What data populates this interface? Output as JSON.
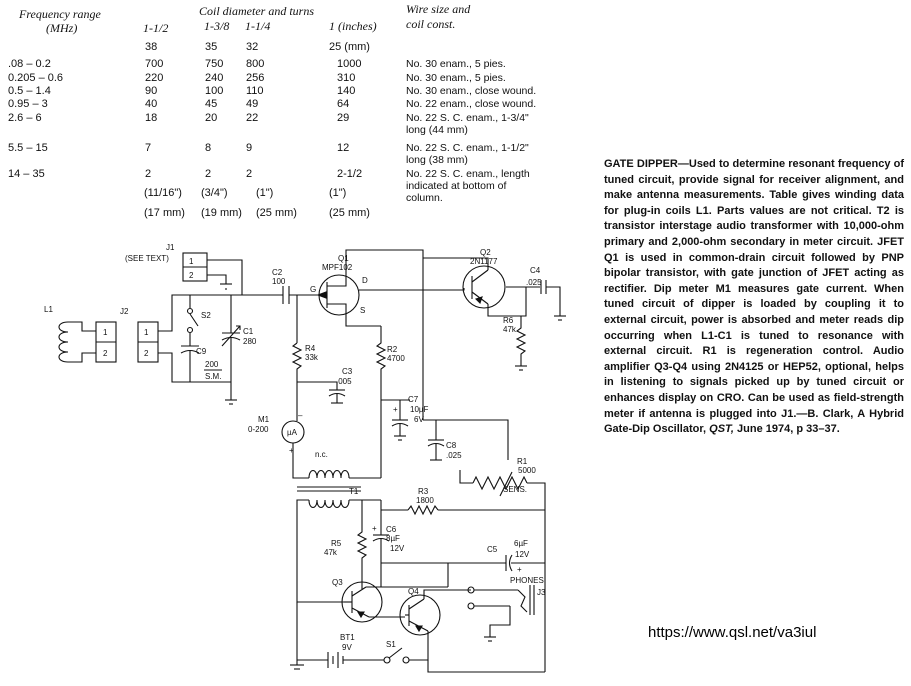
{
  "table": {
    "header": {
      "freq_line1": "Frequency range",
      "freq_line2": "(MHz)",
      "coil_title": "Coil diameter and turns",
      "wire_line1": "Wire size and",
      "wire_line2": "coil const."
    },
    "diameters_in": [
      "1-1/2",
      "1-3/8",
      "1-1/4",
      "1 (inches)"
    ],
    "diameters_mm": [
      "38",
      "35",
      "32",
      "25 (mm)"
    ],
    "rows": [
      {
        "freq": ".08 – 0.2",
        "t": [
          "700",
          "750",
          "800",
          "1000"
        ],
        "wire": [
          "No. 30 enam., 5 pies."
        ]
      },
      {
        "freq": "0.205 – 0.6",
        "t": [
          "220",
          "240",
          "256",
          "310"
        ],
        "wire": [
          "No. 30 enam., 5 pies."
        ]
      },
      {
        "freq": "0.5 – 1.4",
        "t": [
          "90",
          "100",
          "110",
          "140"
        ],
        "wire": [
          "No. 30 enam., close wound."
        ]
      },
      {
        "freq": "0.95 – 3",
        "t": [
          "40",
          "45",
          "49",
          "64"
        ],
        "wire": [
          "No. 22 enam., close wound."
        ]
      },
      {
        "freq": "2.6 – 6",
        "t": [
          "18",
          "20",
          "22",
          "29"
        ],
        "wire": [
          "No. 22 S. C. enam., 1-3/4\"",
          "long (44 mm)"
        ]
      },
      {
        "freq": "5.5 – 15",
        "t": [
          "7",
          "8",
          "9",
          "12"
        ],
        "wire": [
          "No. 22 S. C. enam., 1-1/2\"",
          "long (38 mm)"
        ]
      },
      {
        "freq": "14 – 35",
        "t": [
          "2",
          "2",
          "2",
          "2-1/2"
        ],
        "wire": [
          "No. 22 S. C. enam., length",
          "indicated at bottom of",
          "column."
        ]
      }
    ],
    "last_in": [
      "(11/16\")",
      "(3/4\")",
      "(1\")",
      "(1\")"
    ],
    "last_mm": [
      "(17 mm)",
      "(19 mm)",
      "(25 mm)",
      "(25 mm)"
    ]
  },
  "caption": {
    "title": "GATE DIPPER—",
    "body": "Used to determine resonant frequency of tuned circuit, provide signal for receiver alignment, and make antenna measurements. Table gives winding data for plug-in coils L1. Parts values are not critical. T2 is transistor interstage audio transformer with 10,000-ohm primary and 2,000-ohm secondary in meter circuit. JFET Q1 is used in common-drain circuit followed by PNP bipolar transistor, with gate junction of JFET acting as rectifier. Dip meter M1 measures gate current. When tuned circuit of dipper is loaded by coupling it to external circuit, power is absorbed and meter reads dip occurring when L1-C1 is tuned to resonance with external circuit. R1 is regeneration control. Audio amplifier Q3-Q4 using 2N4125 or HEP52, optional, helps in listening to signals picked up by tuned circuit or enhances display on CRO. Can be used as field-strength meter if antenna is plugged into J1.—B. Clark, A Hybrid Gate-Dip Oscillator, ",
    "source": "QST,",
    "date": " June 1974, p 33–37."
  },
  "url": "https://www.qsl.net/va3iul",
  "schematic": {
    "j1": "J1",
    "j1_note": "(SEE TEXT)",
    "l1": "L1",
    "j2": "J2",
    "s2": "S2",
    "c1": "C1",
    "c1_val": "280",
    "c9": "C9",
    "c9_val": "200",
    "c9_type": "S.M.",
    "c2": "C2",
    "c2_val": "100",
    "q1": "Q1",
    "q1_type": "MPF102",
    "g": "G",
    "d": "D",
    "s": "S",
    "q2": "Q2",
    "q2_type": "2N1177",
    "c4": "C4",
    "c4_val": ".025",
    "r6": "R6",
    "r6_val": "47k",
    "r4": "R4",
    "r4_val": "33k",
    "c3": "C3",
    "c3_val": ".005",
    "r2": "R2",
    "r2_val": "4700",
    "c7": "C7",
    "c7_val": "10µF",
    "c7_v": "6V",
    "m1": "M1",
    "m1_range": "0-200",
    "m1_unit": "µA",
    "c8": "C8",
    "c8_val": ".025",
    "r1": "R1",
    "r1_val": "5000",
    "r1_name": "SENS.",
    "nc": "n.c.",
    "t1": "T1",
    "r3": "R3",
    "r3_val": "1800",
    "c6": "C6",
    "c6_val": "8µF",
    "c6_v": "12V",
    "r5": "R5",
    "r5_val": "47k",
    "c5": "C5",
    "c5_val": "6µF",
    "c5_v": "12V",
    "q3": "Q3",
    "q4": "Q4",
    "phones": "PHONES",
    "j3": "J3",
    "bt1": "BT1",
    "bt1_v": "9V",
    "s1": "S1",
    "pin1": "1",
    "pin2": "2"
  }
}
